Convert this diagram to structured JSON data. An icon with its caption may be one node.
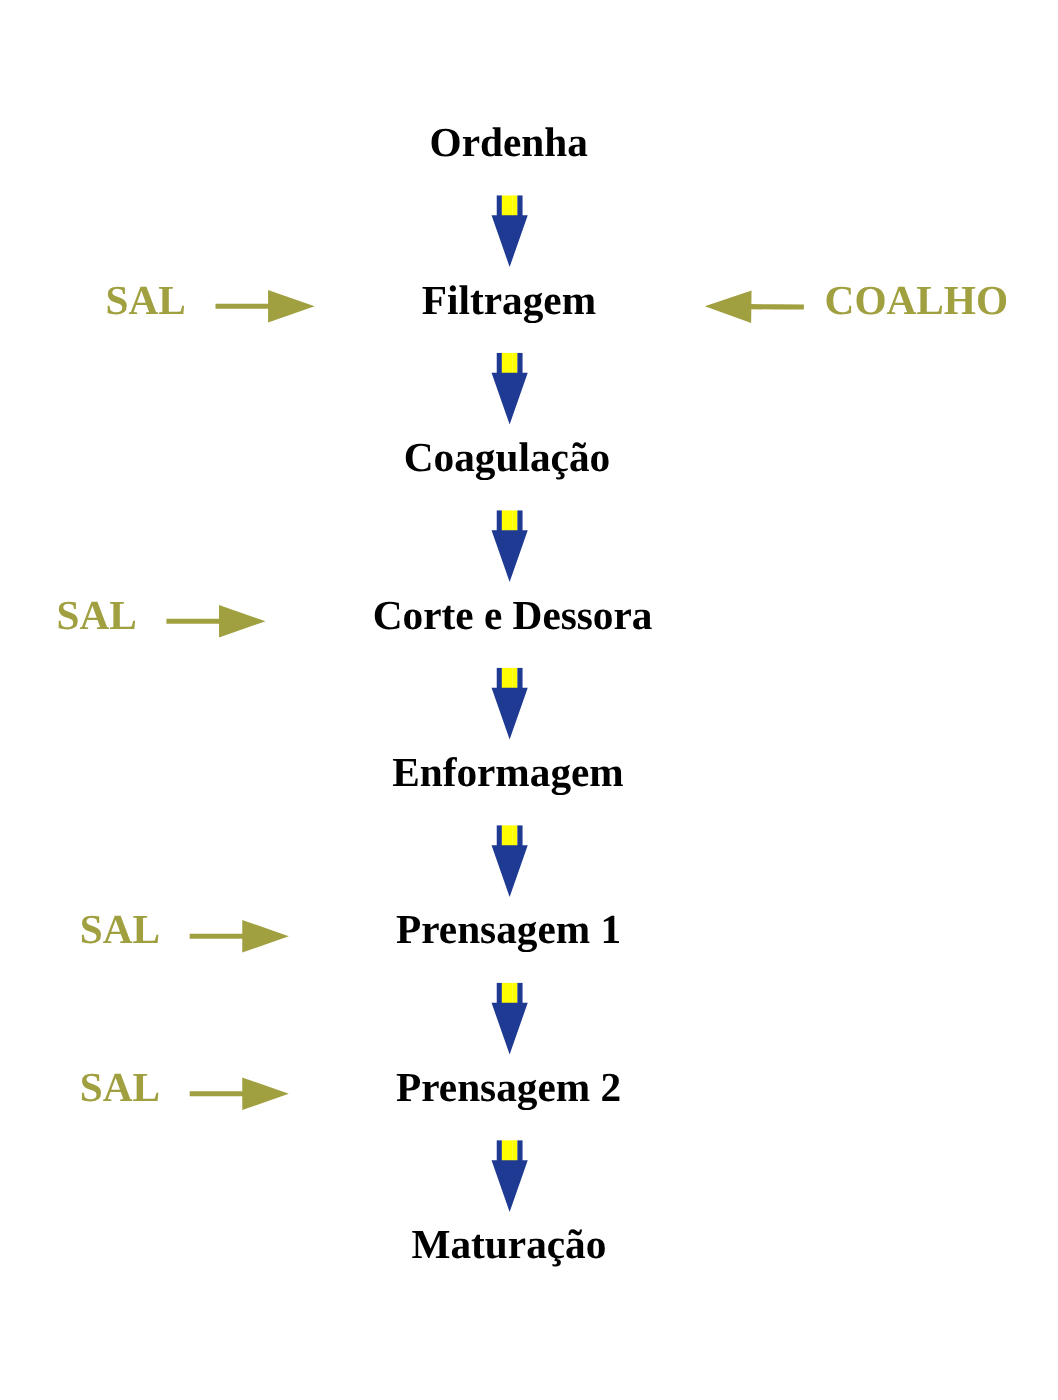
{
  "diagram": {
    "nodes": [
      {
        "text": [
          "Ordenha"
        ]
      },
      {
        "text": [
          "Filtragem"
        ]
      },
      {
        "text": [
          "Coagulação"
        ]
      },
      {
        "text": [
          "Corte e Dessora"
        ]
      },
      {
        "text": [
          "Enformagem"
        ]
      },
      {
        "text": [
          "Prensagem 1"
        ]
      },
      {
        "text": [
          "Prensagem 2"
        ]
      },
      {
        "text": [
          "Maturação"
        ]
      },
      {
        "text": [
          "SAL"
        ]
      },
      {
        "text": [
          "COALHO"
        ]
      },
      {
        "text": [
          "SAL"
        ]
      },
      {
        "text": [
          "SAL"
        ]
      },
      {
        "text": [
          "SAL"
        ]
      }
    ],
    "edges": [
      {
        "from": 0,
        "to": 1,
        "arrow": "to"
      },
      {
        "from": 1,
        "to": 2,
        "arrow": "to"
      },
      {
        "from": 2,
        "to": 3,
        "arrow": "to"
      },
      {
        "from": 3,
        "to": 4,
        "arrow": "to"
      },
      {
        "from": 4,
        "to": 5,
        "arrow": "to"
      },
      {
        "from": 5,
        "to": 6,
        "arrow": "to"
      },
      {
        "from": 6,
        "to": 7,
        "arrow": "to"
      },
      {
        "from": 8,
        "to": null,
        "arrow": "to",
        "color": "#a0a040"
      },
      {
        "from": 9,
        "to": null,
        "arrow": "to",
        "color": "#a0a040"
      },
      {
        "from": 10,
        "to": null,
        "arrow": "to",
        "color": "#a0a040"
      },
      {
        "from": 11,
        "to": null,
        "arrow": "to",
        "color": "#a0a040"
      },
      {
        "from": 12,
        "to": null,
        "arrow": "to",
        "color": "#a0a040"
      }
    ]
  }
}
